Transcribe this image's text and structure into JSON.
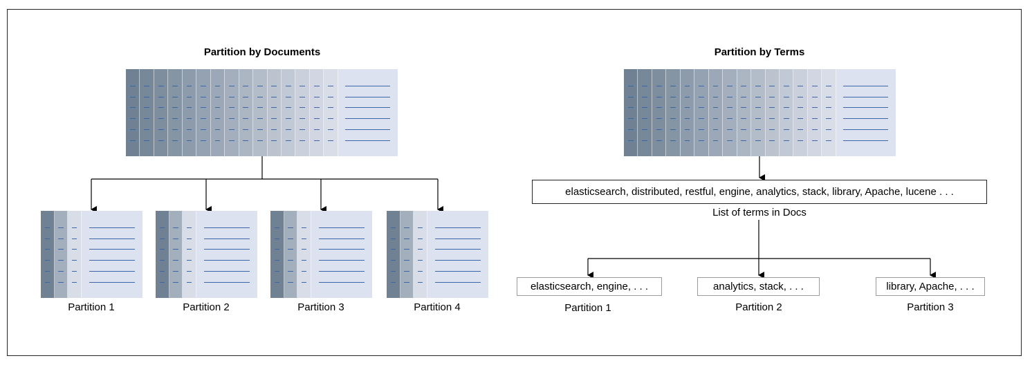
{
  "left": {
    "title": "Partition by Documents",
    "partitions": [
      "Partition 1",
      "Partition 2",
      "Partition 3",
      "Partition 4"
    ]
  },
  "right": {
    "title": "Partition by Terms",
    "terms_list": "elasticsearch, distributed, restful, engine, analytics, stack, library, Apache, lucene . . .",
    "terms_caption": "List of terms in Docs",
    "partition_terms": [
      "elasticsearch, engine, . . .",
      "analytics, stack, . . .",
      "library, Apache, . . ."
    ],
    "partitions": [
      "Partition 1",
      "Partition 2",
      "Partition 3"
    ]
  },
  "colors": {
    "page": "#dde2f1",
    "line": "#3a66a8",
    "column_dark": "#6f8192",
    "column_light": "#d9dde8"
  }
}
